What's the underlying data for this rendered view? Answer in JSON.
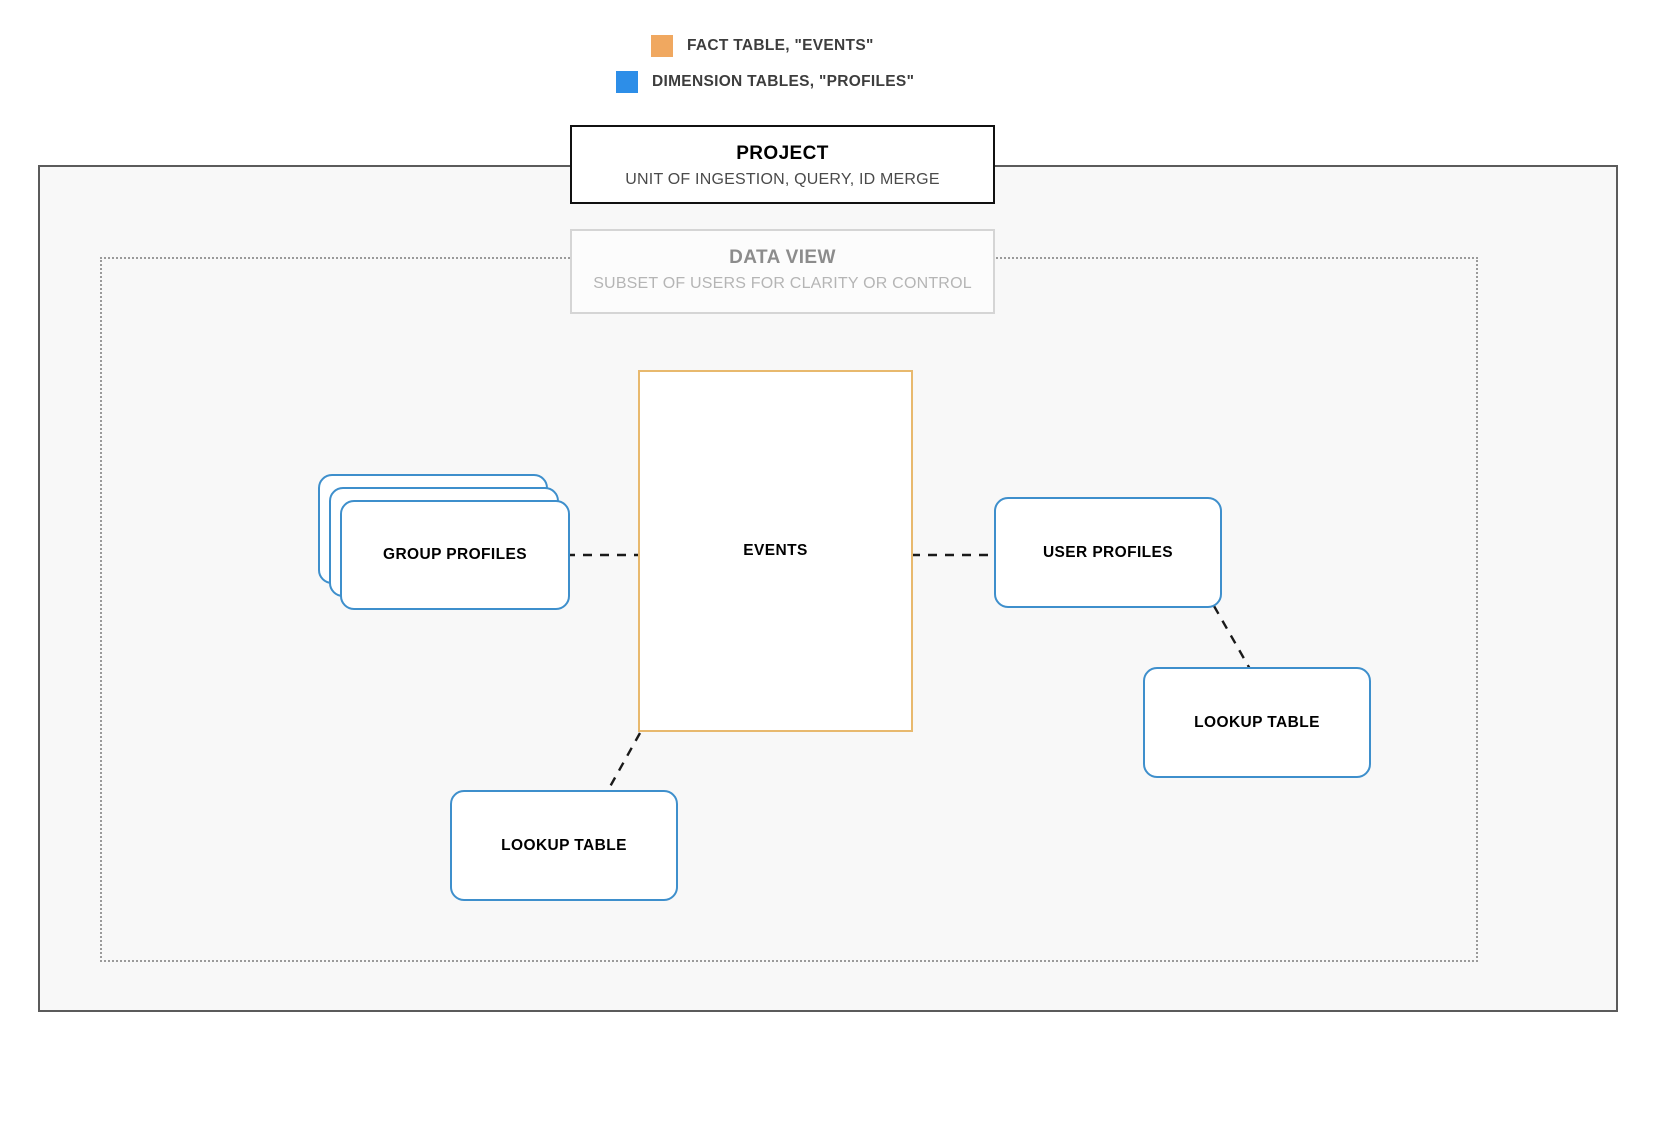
{
  "legend": {
    "items": [
      {
        "label": "FACT TABLE, \"EVENTS\"",
        "color": "#F0A860",
        "icon": "square-swatch-icon"
      },
      {
        "label": "DIMENSION TABLES, \"PROFILES\"",
        "color": "#2D8EE8",
        "icon": "square-swatch-icon"
      }
    ]
  },
  "project": {
    "title": "PROJECT",
    "subtitle": "UNIT OF INGESTION, QUERY, ID MERGE",
    "border_color": "#111111"
  },
  "data_view": {
    "title": "DATA VIEW",
    "subtitle": "SUBSET OF USERS FOR CLARITY OR CONTROL",
    "border_color": "#D5D5D5"
  },
  "nodes": {
    "events": {
      "label": "EVENTS",
      "color": "#E8B96E",
      "kind": "fact-table"
    },
    "group_profiles": {
      "label": "GROUP PROFILES",
      "color": "#3E8FCC",
      "kind": "dimension-table-stack"
    },
    "user_profiles": {
      "label": "USER PROFILES",
      "color": "#3E8FCC",
      "kind": "dimension-table"
    },
    "lookup_left": {
      "label": "LOOKUP TABLE",
      "color": "#3E8FCC",
      "kind": "dimension-table"
    },
    "lookup_right": {
      "label": "LOOKUP TABLE",
      "color": "#3E8FCC",
      "kind": "dimension-table"
    }
  },
  "connections": [
    {
      "from": "group_profiles",
      "to": "events",
      "style": "dashed"
    },
    {
      "from": "events",
      "to": "user_profiles",
      "style": "dashed"
    },
    {
      "from": "events",
      "to": "lookup_left",
      "style": "dashed"
    },
    {
      "from": "user_profiles",
      "to": "lookup_right",
      "style": "dashed"
    }
  ]
}
